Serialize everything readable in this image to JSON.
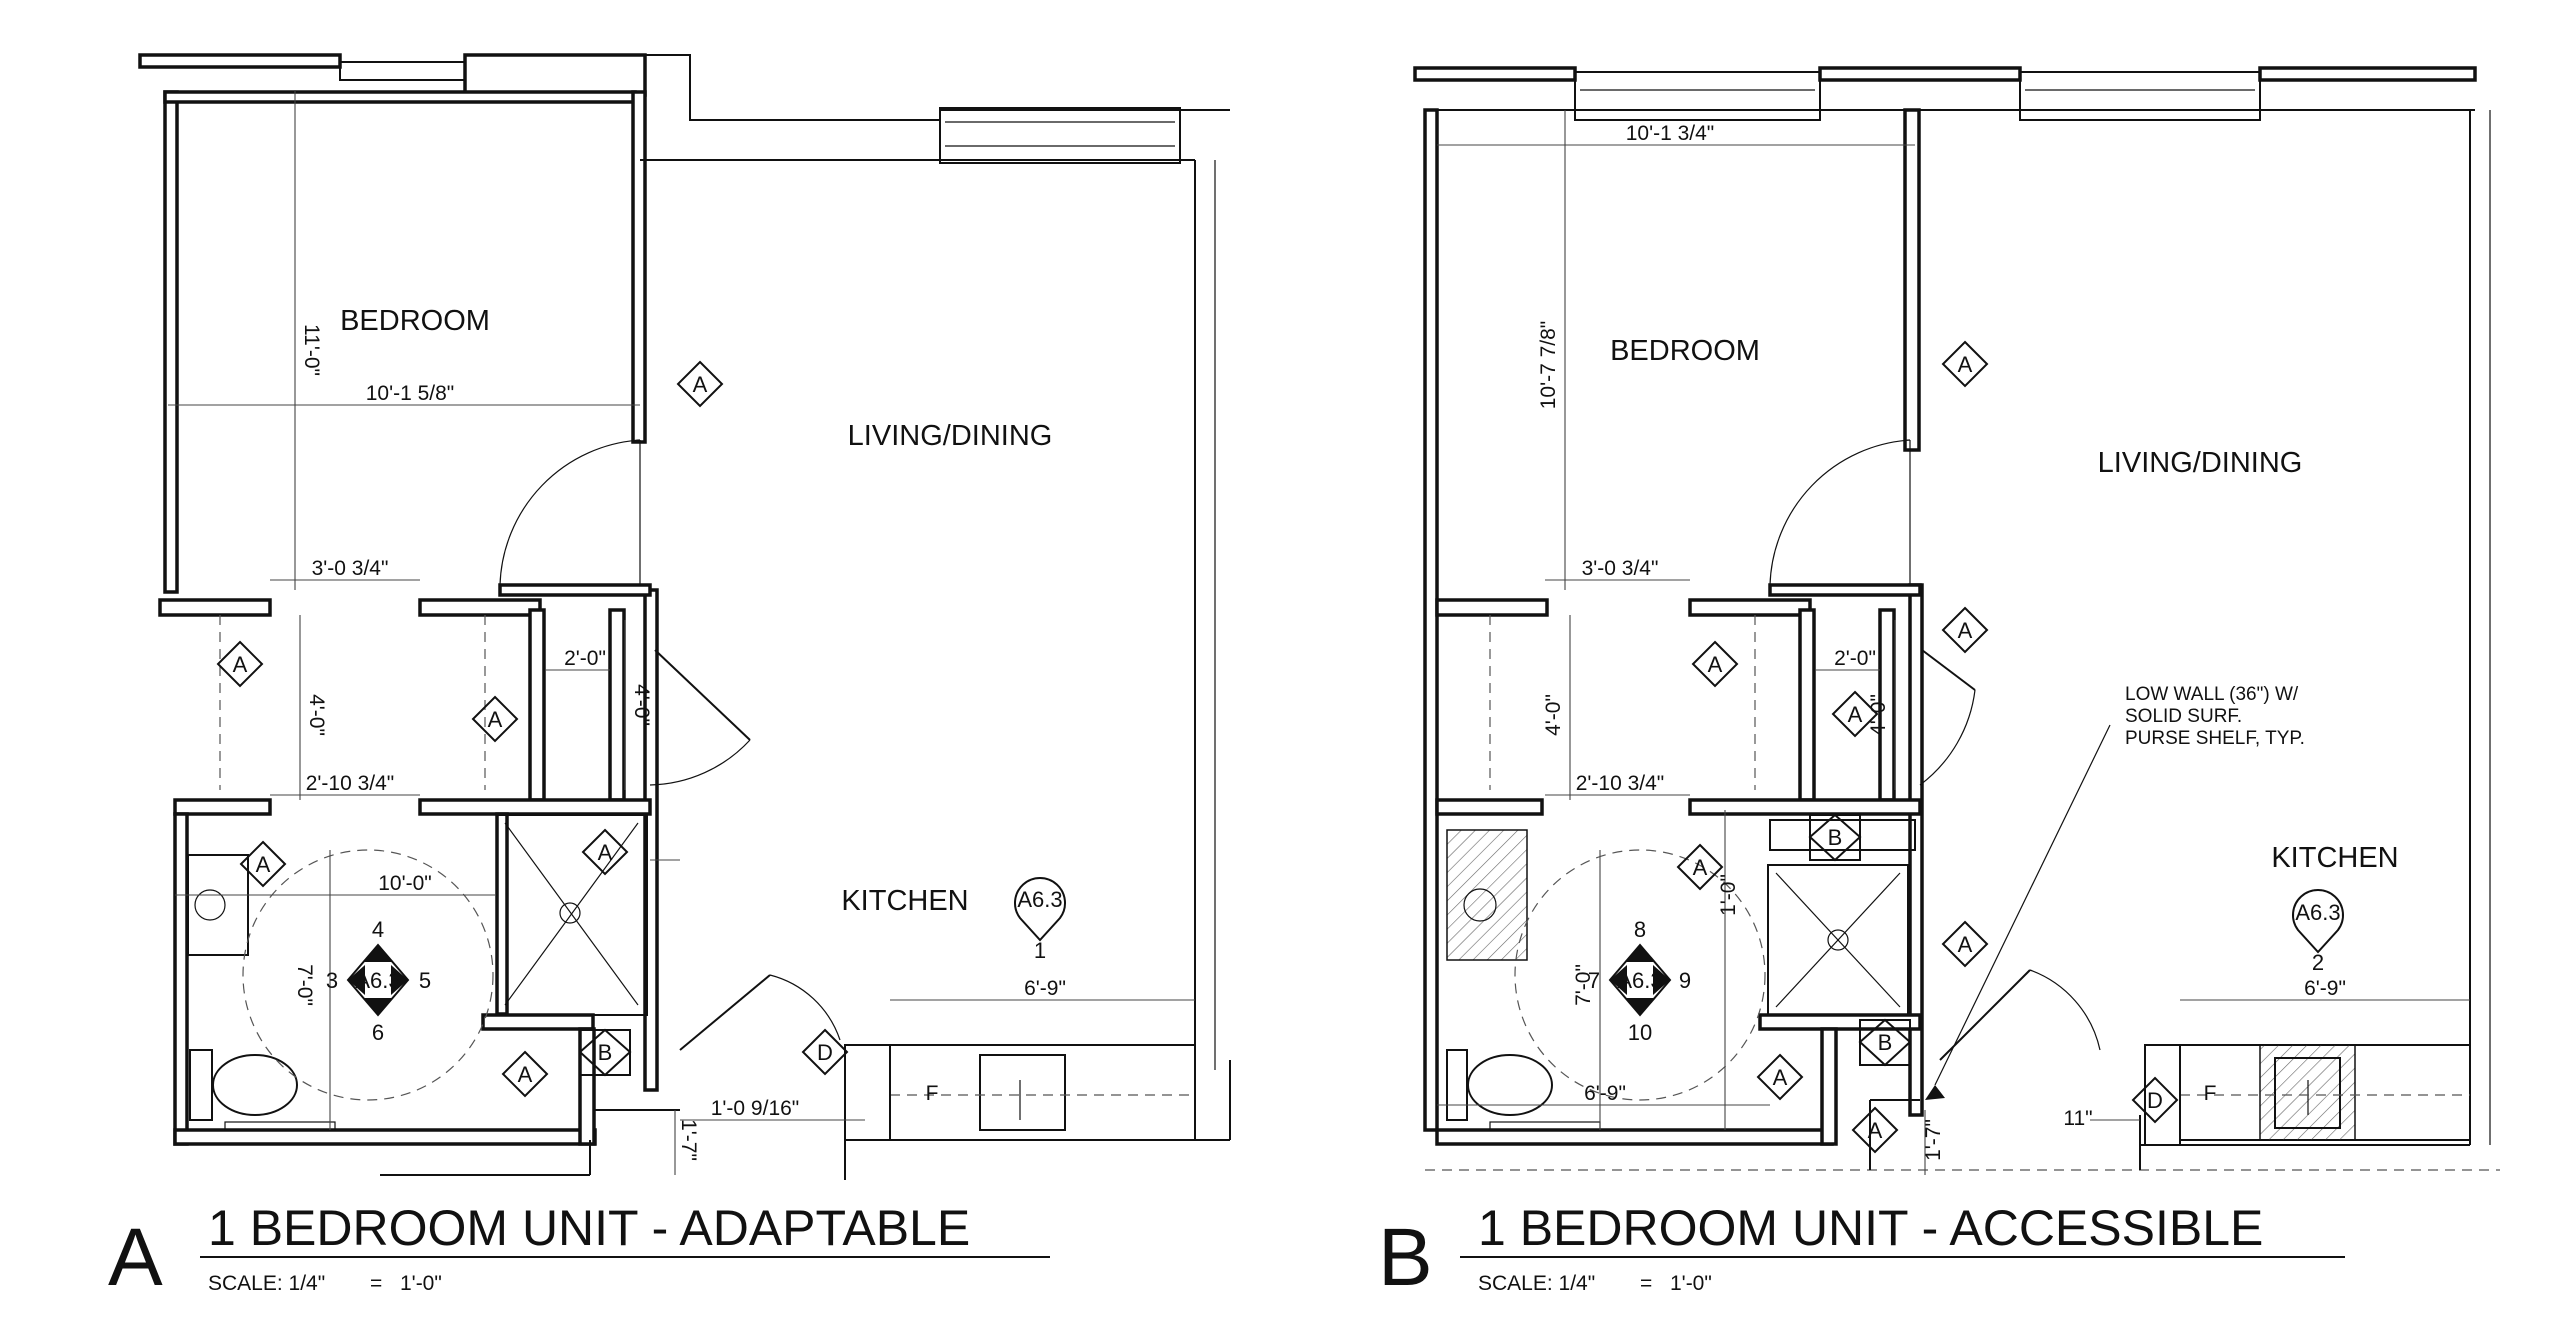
{
  "plan_a": {
    "letter": "A",
    "title": "1 BEDROOM UNIT - ADAPTABLE",
    "scale_label": "SCALE: 1/4\"",
    "scale_eq": "=",
    "scale_value": "1'-0\"",
    "rooms": {
      "bedroom": "BEDROOM",
      "living": "LIVING/DINING",
      "kitchen": "KITCHEN"
    },
    "dims": {
      "bed_height": "11'-0\"",
      "bed_width": "10'-1 5/8\"",
      "closet_width": "3'-0 3/4\"",
      "closet_height": "4'-0\"",
      "small_width": "2'-0\"",
      "small_height": "4'-0\"",
      "bath_door": "2'-10 3/4\"",
      "bath_width": "10'-0\"",
      "bath_height": "7'-0\"",
      "counter": "6'-9\"",
      "entry": "1'-0 9/16\"",
      "stub": "1'-7\""
    },
    "tags": {
      "wall": "A",
      "door_b": "B",
      "door_d": "D"
    },
    "ref": {
      "sheet": "A6.3",
      "num": "1"
    },
    "turn": {
      "sheet": "A6.3",
      "n": "4",
      "w": "3",
      "e": "5",
      "s": "6"
    },
    "fridge": "F"
  },
  "plan_b": {
    "letter": "B",
    "title": "1 BEDROOM UNIT - ACCESSIBLE",
    "scale_label": "SCALE: 1/4\"",
    "scale_eq": "=",
    "scale_value": "1'-0\"",
    "rooms": {
      "bedroom": "BEDROOM",
      "living": "LIVING/DINING",
      "kitchen": "KITCHEN"
    },
    "dims": {
      "bed_width": "10'-1 3/4\"",
      "bed_height": "10'-7 7/8\"",
      "closet_width": "3'-0 3/4\"",
      "closet_height": "4'-0\"",
      "small_width": "2'-0\"",
      "small_height": "4'-0\"",
      "bath_door": "2'-10 3/4\"",
      "bath_left": "1'-0\"",
      "bath_height": "7'-0\"",
      "bath_width": "6'-9\"",
      "counter": "6'-9\"",
      "entry": "11\"",
      "stub": "1'-7\""
    },
    "note": [
      "LOW WALL (36\") W/",
      "SOLID SURF.",
      "PURSE SHELF, TYP."
    ],
    "tags": {
      "wall": "A",
      "door_b": "B",
      "door_d": "D"
    },
    "ref": {
      "sheet": "A6.3",
      "num": "2"
    },
    "turn": {
      "sheet": "A6.3",
      "n": "8",
      "w": "7",
      "e": "9",
      "s": "10"
    },
    "fridge": "F"
  }
}
